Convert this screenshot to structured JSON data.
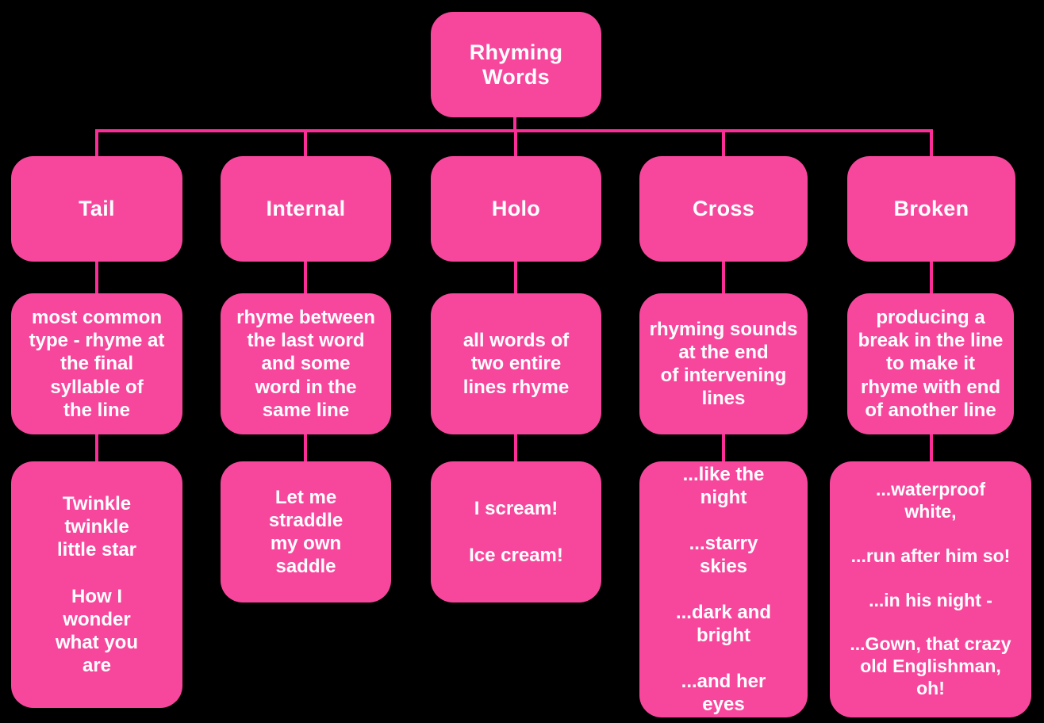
{
  "title": "Rhyming Words concept map",
  "colors": {
    "node_fill": "#f7479d",
    "connector": "#fb2e97",
    "text": "#ffffff",
    "background": "#000000"
  },
  "root": {
    "label": "Rhyming\nWords"
  },
  "branches": [
    {
      "id": "tail",
      "label": "Tail",
      "description": "most common\ntype - rhyme at\nthe final\nsyllable of\nthe line",
      "example": "Twinkle\ntwinkle\nlittle star\n\nHow I\nwonder\nwhat you\nare"
    },
    {
      "id": "internal",
      "label": "Internal",
      "description": "rhyme between\nthe last word\nand some\nword in the\nsame line",
      "example": "Let me\nstraddle\nmy own\nsaddle"
    },
    {
      "id": "holo",
      "label": "Holo",
      "description": "all words of\ntwo entire\nlines rhyme",
      "example": "I scream!\n\nIce cream!"
    },
    {
      "id": "cross",
      "label": "Cross",
      "description": "rhyming sounds\nat the end\nof intervening\nlines",
      "example": "...like the\nnight\n\n...starry\nskies\n\n...dark and\nbright\n\n...and her\neyes"
    },
    {
      "id": "broken",
      "label": "Broken",
      "description": "producing a\nbreak in the line\nto make it\nrhyme with end\nof another line",
      "example": "...waterproof\nwhite,\n\n...run after him so!\n\n...in his night -\n\n...Gown, that crazy\nold Englishman,\noh!"
    }
  ]
}
